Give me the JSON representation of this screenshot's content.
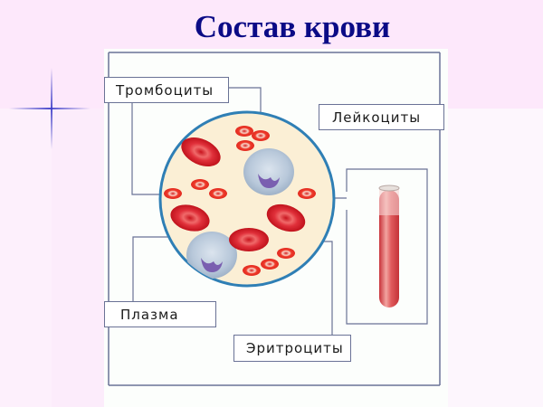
{
  "title": "Состав крови",
  "labels": {
    "platelets": "Тромбоциты",
    "leukocytes": "Лейкоциты",
    "plasma": "Плазма",
    "erythrocytes": "Эритроциты"
  },
  "colors": {
    "title": "#0b0b86",
    "frame": "#6a7296",
    "circle_border": "#2f7fb5",
    "plasma_fill": "#fbefd5",
    "erythrocyte": "#d9242c",
    "leukocyte": "#b9c9dc",
    "nucleus": "#7a5fb0",
    "tube": "#d9555a"
  }
}
